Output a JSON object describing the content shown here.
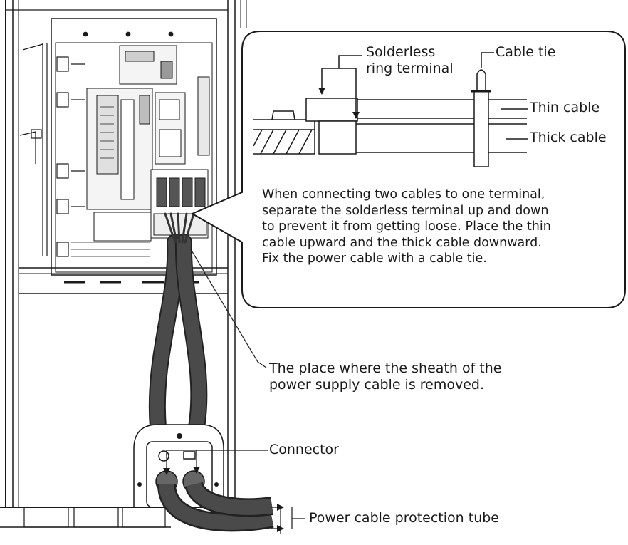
{
  "labels": {
    "solderless_ring_terminal": [
      "Solderless",
      "ring terminal"
    ],
    "cable_tie": "Cable tie",
    "thin_cable": "Thin cable",
    "thick_cable": "Thick cable",
    "sheath_removed": [
      "The place where the sheath of the",
      "power supply cable is removed."
    ],
    "connector": "Connector",
    "protection_tube": "Power cable protection tube"
  },
  "note": [
    "When connecting two cables to one terminal,",
    "separate the solderless terminal up and down",
    "to prevent it from getting loose. Place the thin",
    "cable upward and the thick cable downward.",
    "Fix the power cable with a cable tie."
  ],
  "colors": {
    "line": "#1a1a1a",
    "cable": "#4a4a4a",
    "cable_edge": "#222222",
    "board": "#f4f4f4"
  }
}
